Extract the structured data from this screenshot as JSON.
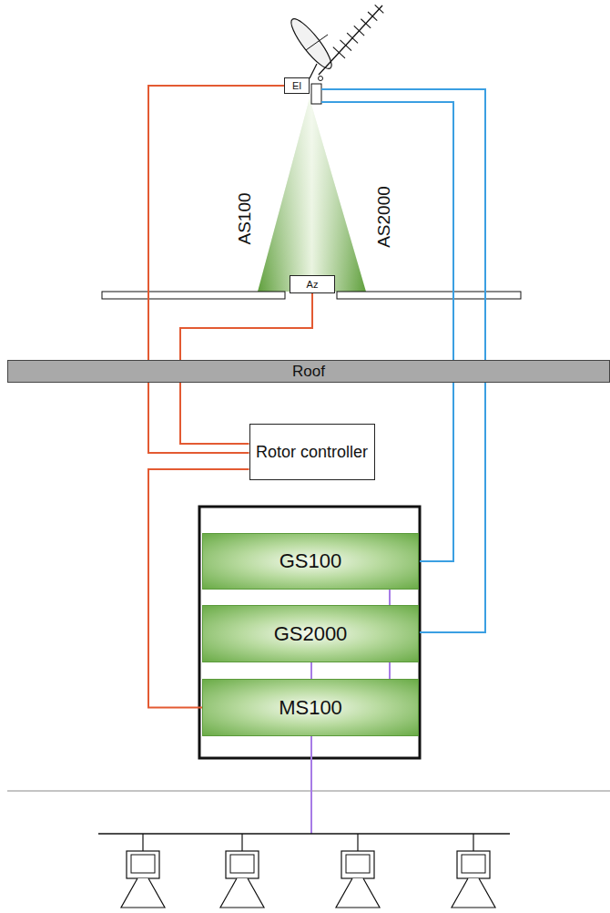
{
  "diagram": {
    "nodes": [
      {
        "text": [
          "El"
        ]
      },
      {
        "text": [
          "Az"
        ]
      },
      {
        "text": [
          "Roof"
        ]
      },
      {
        "text": [
          "Rotor controller"
        ]
      },
      {
        "text": [
          "GS100"
        ]
      },
      {
        "text": [
          "GS2000"
        ]
      },
      {
        "text": [
          "MS100"
        ]
      }
    ],
    "edges": [
      {
        "from": 0,
        "to": 3,
        "arrow": "none"
      },
      {
        "from": 1,
        "to": 3,
        "arrow": "none"
      },
      {
        "from": 3,
        "to": 6,
        "arrow": "none"
      },
      {
        "from": 4,
        "to": 6,
        "arrow": "none"
      },
      {
        "from": 5,
        "to": 6,
        "arrow": "none"
      }
    ],
    "labels": [
      "AS100",
      "AS2000"
    ]
  }
}
